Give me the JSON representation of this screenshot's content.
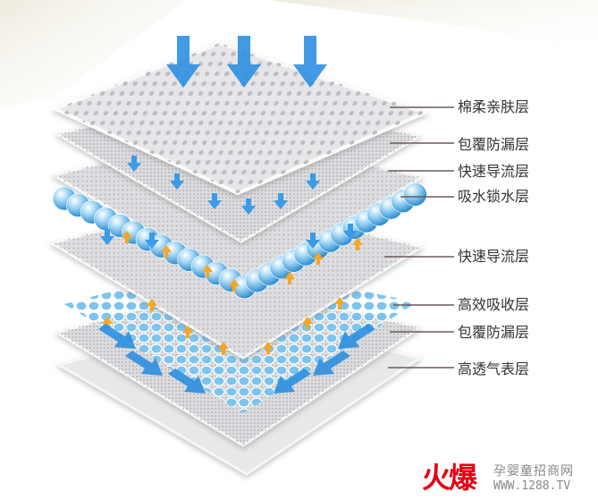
{
  "labels": [
    "棉柔亲肤层",
    "包覆防漏层",
    "快速导流层",
    "吸水锁水层",
    "快速导流层",
    "高效吸收层",
    "包覆防漏层",
    "高透气表层"
  ],
  "watermark": {
    "brand": "火爆",
    "site": "孕婴童招商网",
    "url": "WWW.1288.TV"
  },
  "colors": {
    "arrow_blue": "#2c8fe0",
    "arrow_orange": "#f5a623",
    "bead_blue": "#5fb6e8",
    "sheet": "#e4e4e6",
    "leader": "#6a5a5a",
    "brand_red": "#e60012"
  }
}
